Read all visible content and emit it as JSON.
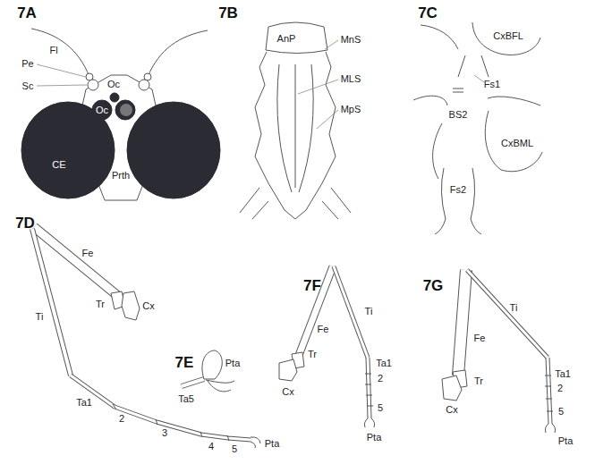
{
  "diagram": {
    "labels": [
      "7A",
      "Fl",
      "Pe",
      "Sc",
      "Oc",
      "Oc",
      "CE",
      "Prth",
      "7B",
      "AnP",
      "MnS",
      "MLS",
      "MpS",
      "7C",
      "CxBFL",
      "Fs1",
      "BS2",
      "CxBML",
      "Fs2",
      "7D",
      "Fe",
      "Tr",
      "Cx",
      "Ti",
      "Ta1",
      "2",
      "3",
      "4",
      "5",
      "Pta",
      "7E",
      "Pta",
      "Ta5",
      "7F",
      "Fe",
      "Ti",
      "Tr",
      "Cx",
      "Ta1",
      "2",
      "5",
      "Pta",
      "7G",
      "Fe",
      "Ti",
      "Tr",
      "Cx",
      "Ta1",
      "2",
      "5",
      "Pta"
    ]
  }
}
